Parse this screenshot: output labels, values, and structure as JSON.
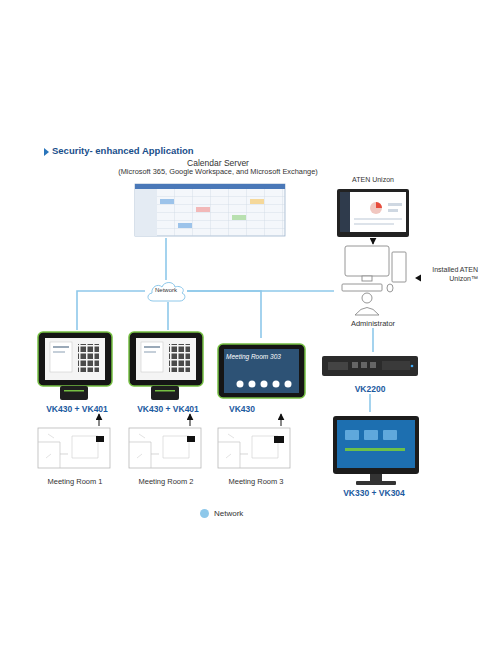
{
  "diagram": {
    "title": "Security- enhanced Application",
    "nodes": [
      {
        "text": [
          "Calendar Server",
          "(Microsoft 365, Google Workspace, and Microsoft Exchange)"
        ]
      },
      {
        "text": [
          "ATEN Unizon"
        ]
      },
      {
        "text": [
          "Network"
        ]
      },
      {
        "text": [
          "Administrator"
        ]
      },
      {
        "text": [
          "VK430 + VK401"
        ]
      },
      {
        "text": [
          "VK430 + VK401"
        ]
      },
      {
        "text": [
          "VK430"
        ]
      },
      {
        "text": [
          "VK2200"
        ]
      },
      {
        "text": [
          "Meeting Room 1"
        ]
      },
      {
        "text": [
          "Meeting Room 2"
        ]
      },
      {
        "text": [
          "Meeting Room 3"
        ]
      },
      {
        "text": [
          "VK330 + VK304"
        ]
      }
    ],
    "edges": [
      {
        "from": 0,
        "to": 2,
        "arrow": "none"
      },
      {
        "from": 2,
        "to": 4,
        "arrow": "none"
      },
      {
        "from": 2,
        "to": 5,
        "arrow": "none"
      },
      {
        "from": 2,
        "to": 6,
        "arrow": "none"
      },
      {
        "from": 2,
        "to": 3,
        "arrow": "none"
      },
      {
        "from": 1,
        "to": 3,
        "arrow": "to"
      },
      {
        "from": 3,
        "to": 7,
        "arrow": "none"
      },
      {
        "from": 7,
        "to": 11,
        "arrow": "none"
      },
      {
        "from": 8,
        "to": 4,
        "arrow": "to"
      },
      {
        "from": 9,
        "to": 5,
        "arrow": "to"
      },
      {
        "from": 10,
        "to": 6,
        "arrow": "to"
      }
    ],
    "labels": [
      "Installed ATEN Unizon™",
      "Meeting Room 303"
    ],
    "legend": [
      {
        "text": "Network",
        "color": "#8ec8ea"
      }
    ]
  }
}
